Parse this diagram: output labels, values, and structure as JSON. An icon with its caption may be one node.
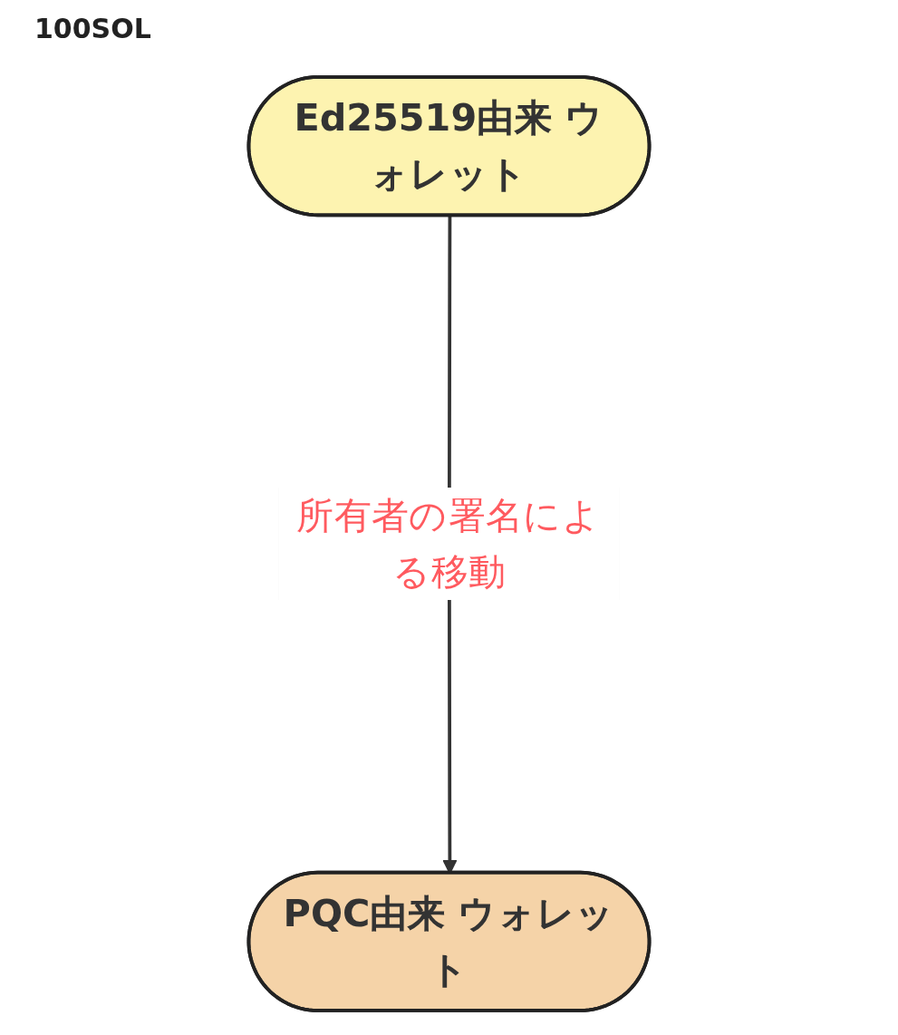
{
  "diagram": {
    "nodes": [
      {
        "text": [
          "Ed25519由来 ウォレット"
        ]
      },
      {
        "text": [
          "PQC由来 ウォレット"
        ]
      }
    ],
    "edges": [
      {
        "from": 0,
        "to": 1,
        "arrow": "to",
        "label": "所有者の署名による移動"
      }
    ],
    "labels": [
      "100SOL"
    ]
  }
}
